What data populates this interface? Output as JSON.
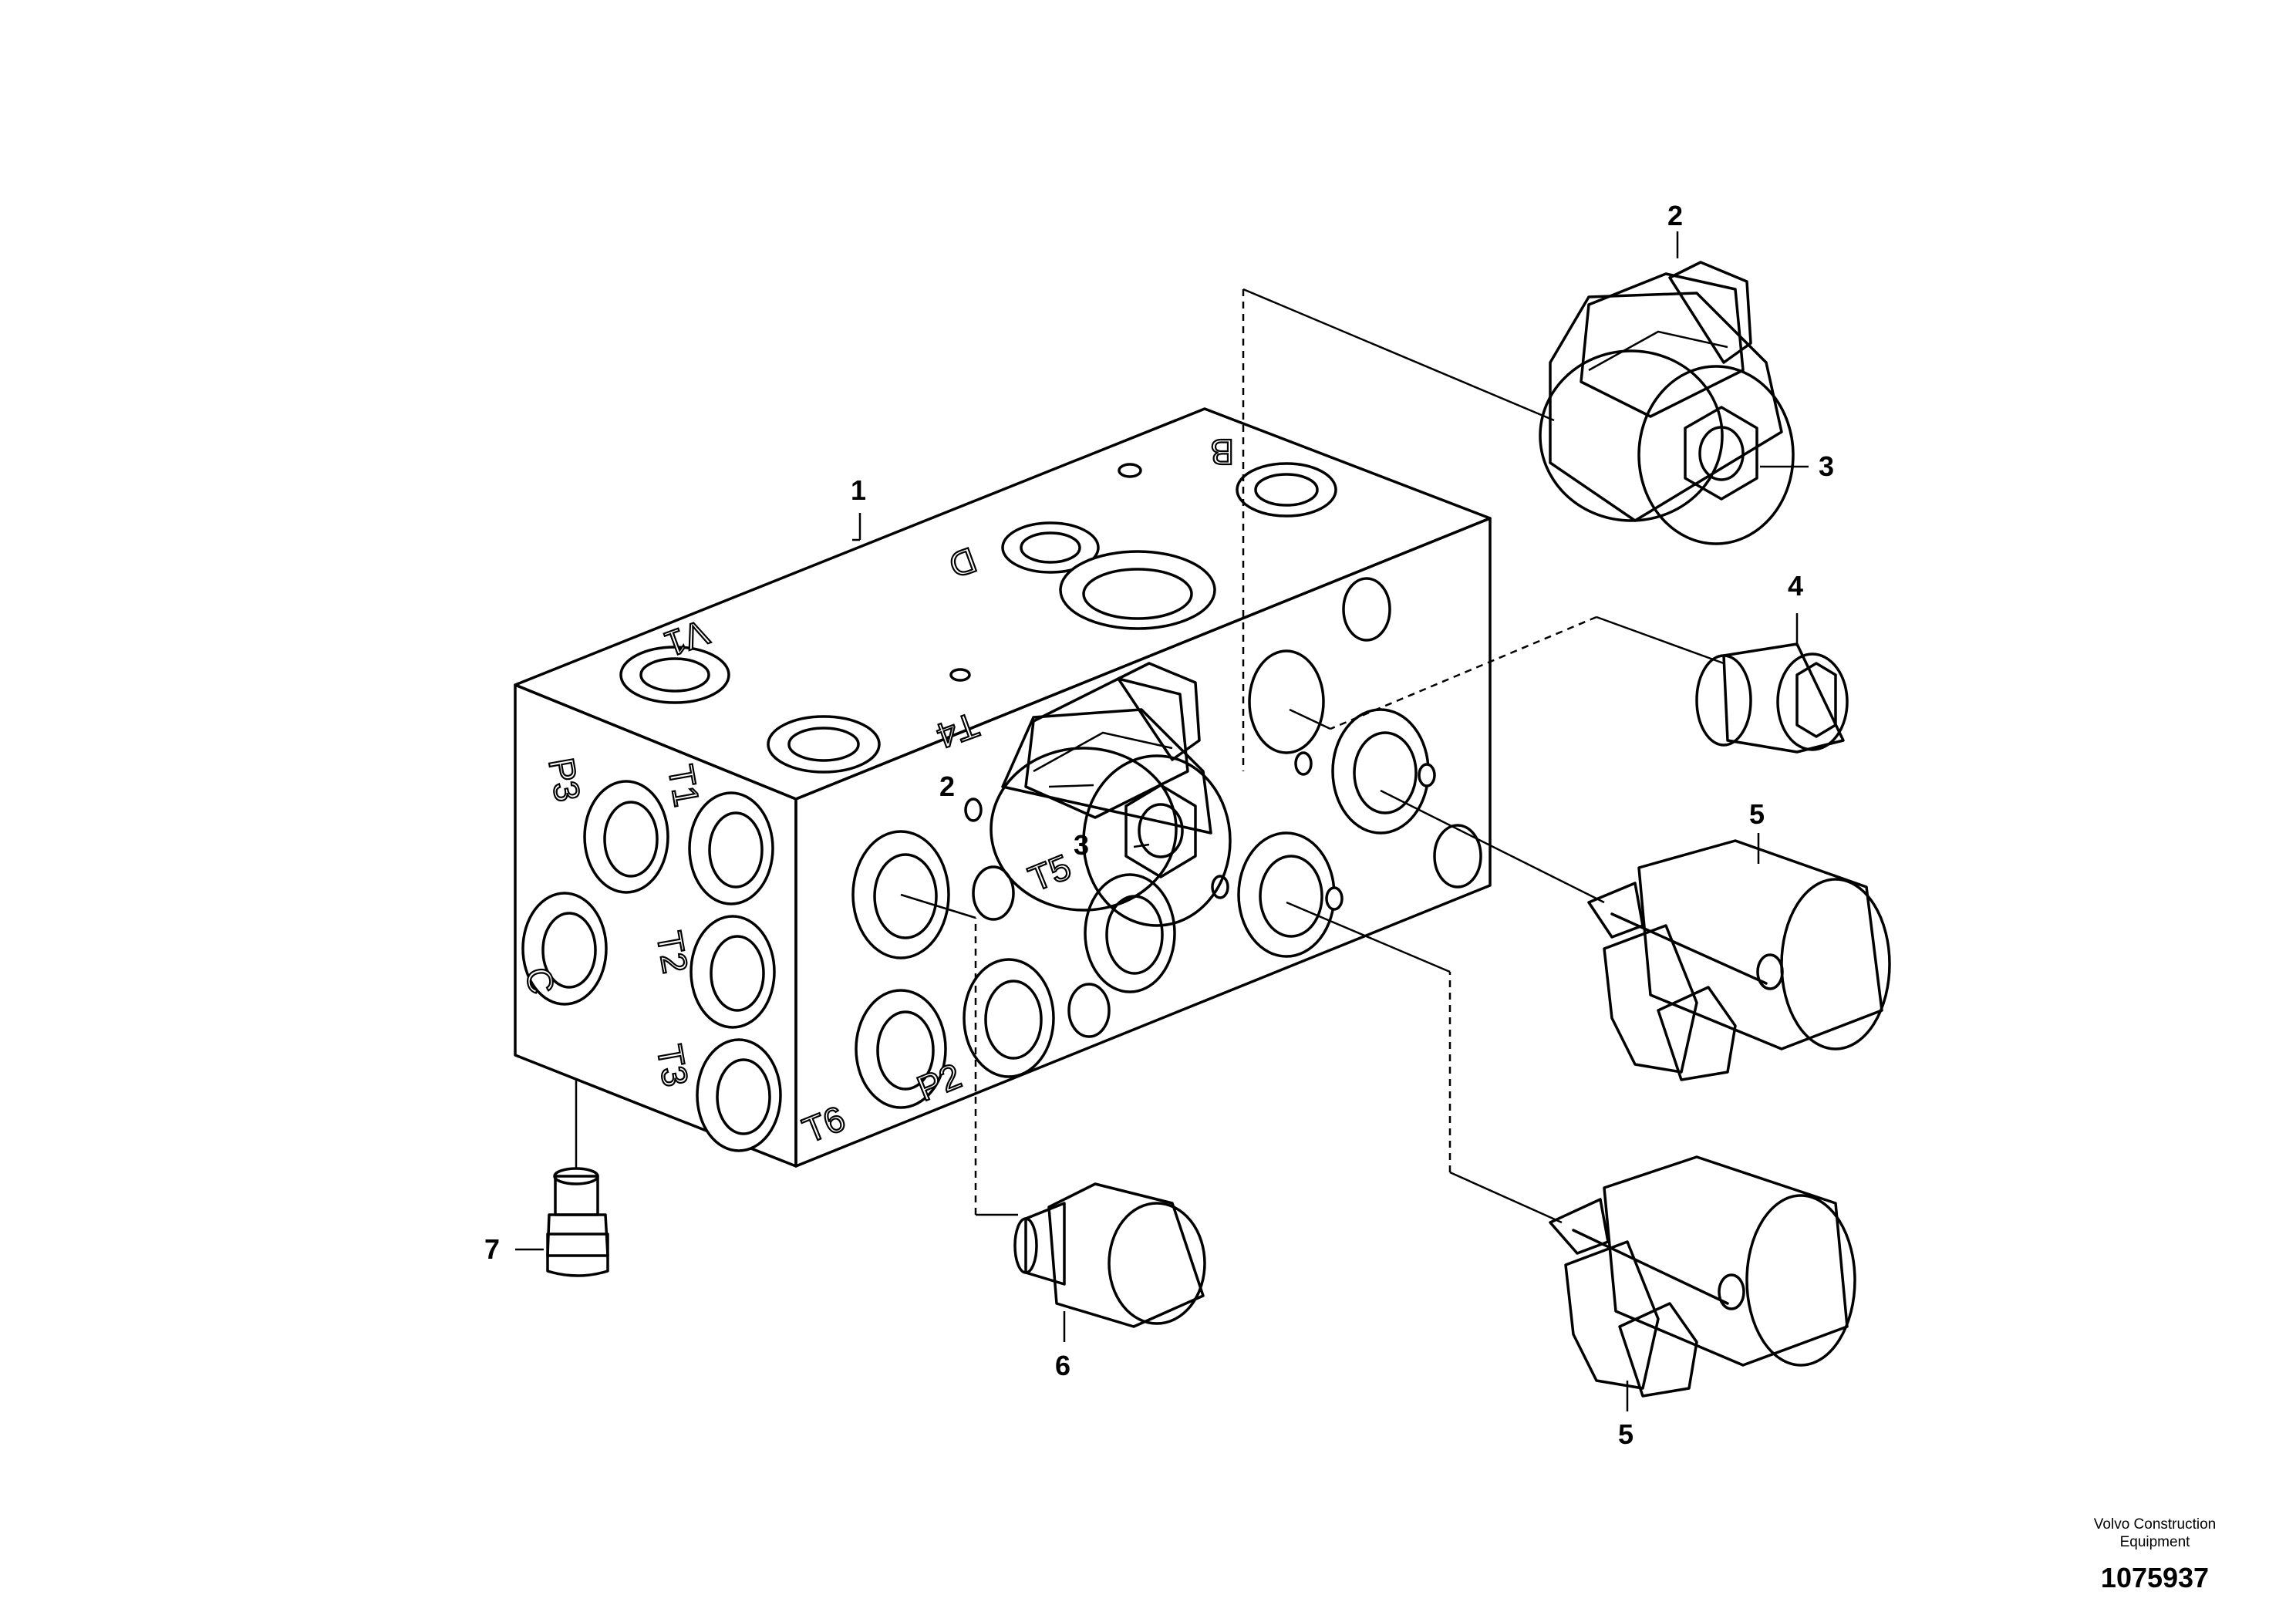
{
  "callouts": {
    "c1": "1",
    "c2_top": "2",
    "c2_mid": "2",
    "c3_top": "3",
    "c3_mid": "3",
    "c4": "4",
    "c5_top": "5",
    "c5_bottom": "5",
    "c6": "6",
    "c7": "7"
  },
  "port_markings": {
    "b": "B",
    "d": "D",
    "v1": "V1",
    "t4": "T4",
    "t1": "T1",
    "p3": "P3",
    "t2": "T2",
    "c": "C",
    "t3": "T3",
    "t6": "T6",
    "p2": "P2",
    "t5": "T5"
  },
  "footer": {
    "brand_line1": "Volvo Construction",
    "brand_line2": "Equipment",
    "drawing_number": "1075937"
  }
}
